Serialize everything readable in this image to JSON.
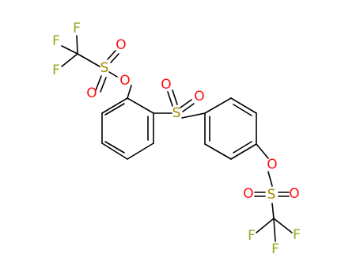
{
  "molecule": {
    "atom_colors": {
      "F": "#9aa61b",
      "O": "#ff0d0d",
      "S": "#a08b00"
    },
    "atom_labels": {
      "f_top": "F",
      "f_left_upper": "F",
      "f_left_lower": "F",
      "s_top": "S",
      "o_top_right": "O",
      "o_top_down": "O",
      "o_ester_top": "O",
      "s_center": "S",
      "o_center_left": "O",
      "o_center_right": "O",
      "o_ester_bottom": "O",
      "s_bottom": "S",
      "o_bottom_left": "O",
      "o_bottom_right": "O",
      "f_bottom_left": "F",
      "f_bottom_right": "F",
      "f_bottom": "F"
    }
  }
}
